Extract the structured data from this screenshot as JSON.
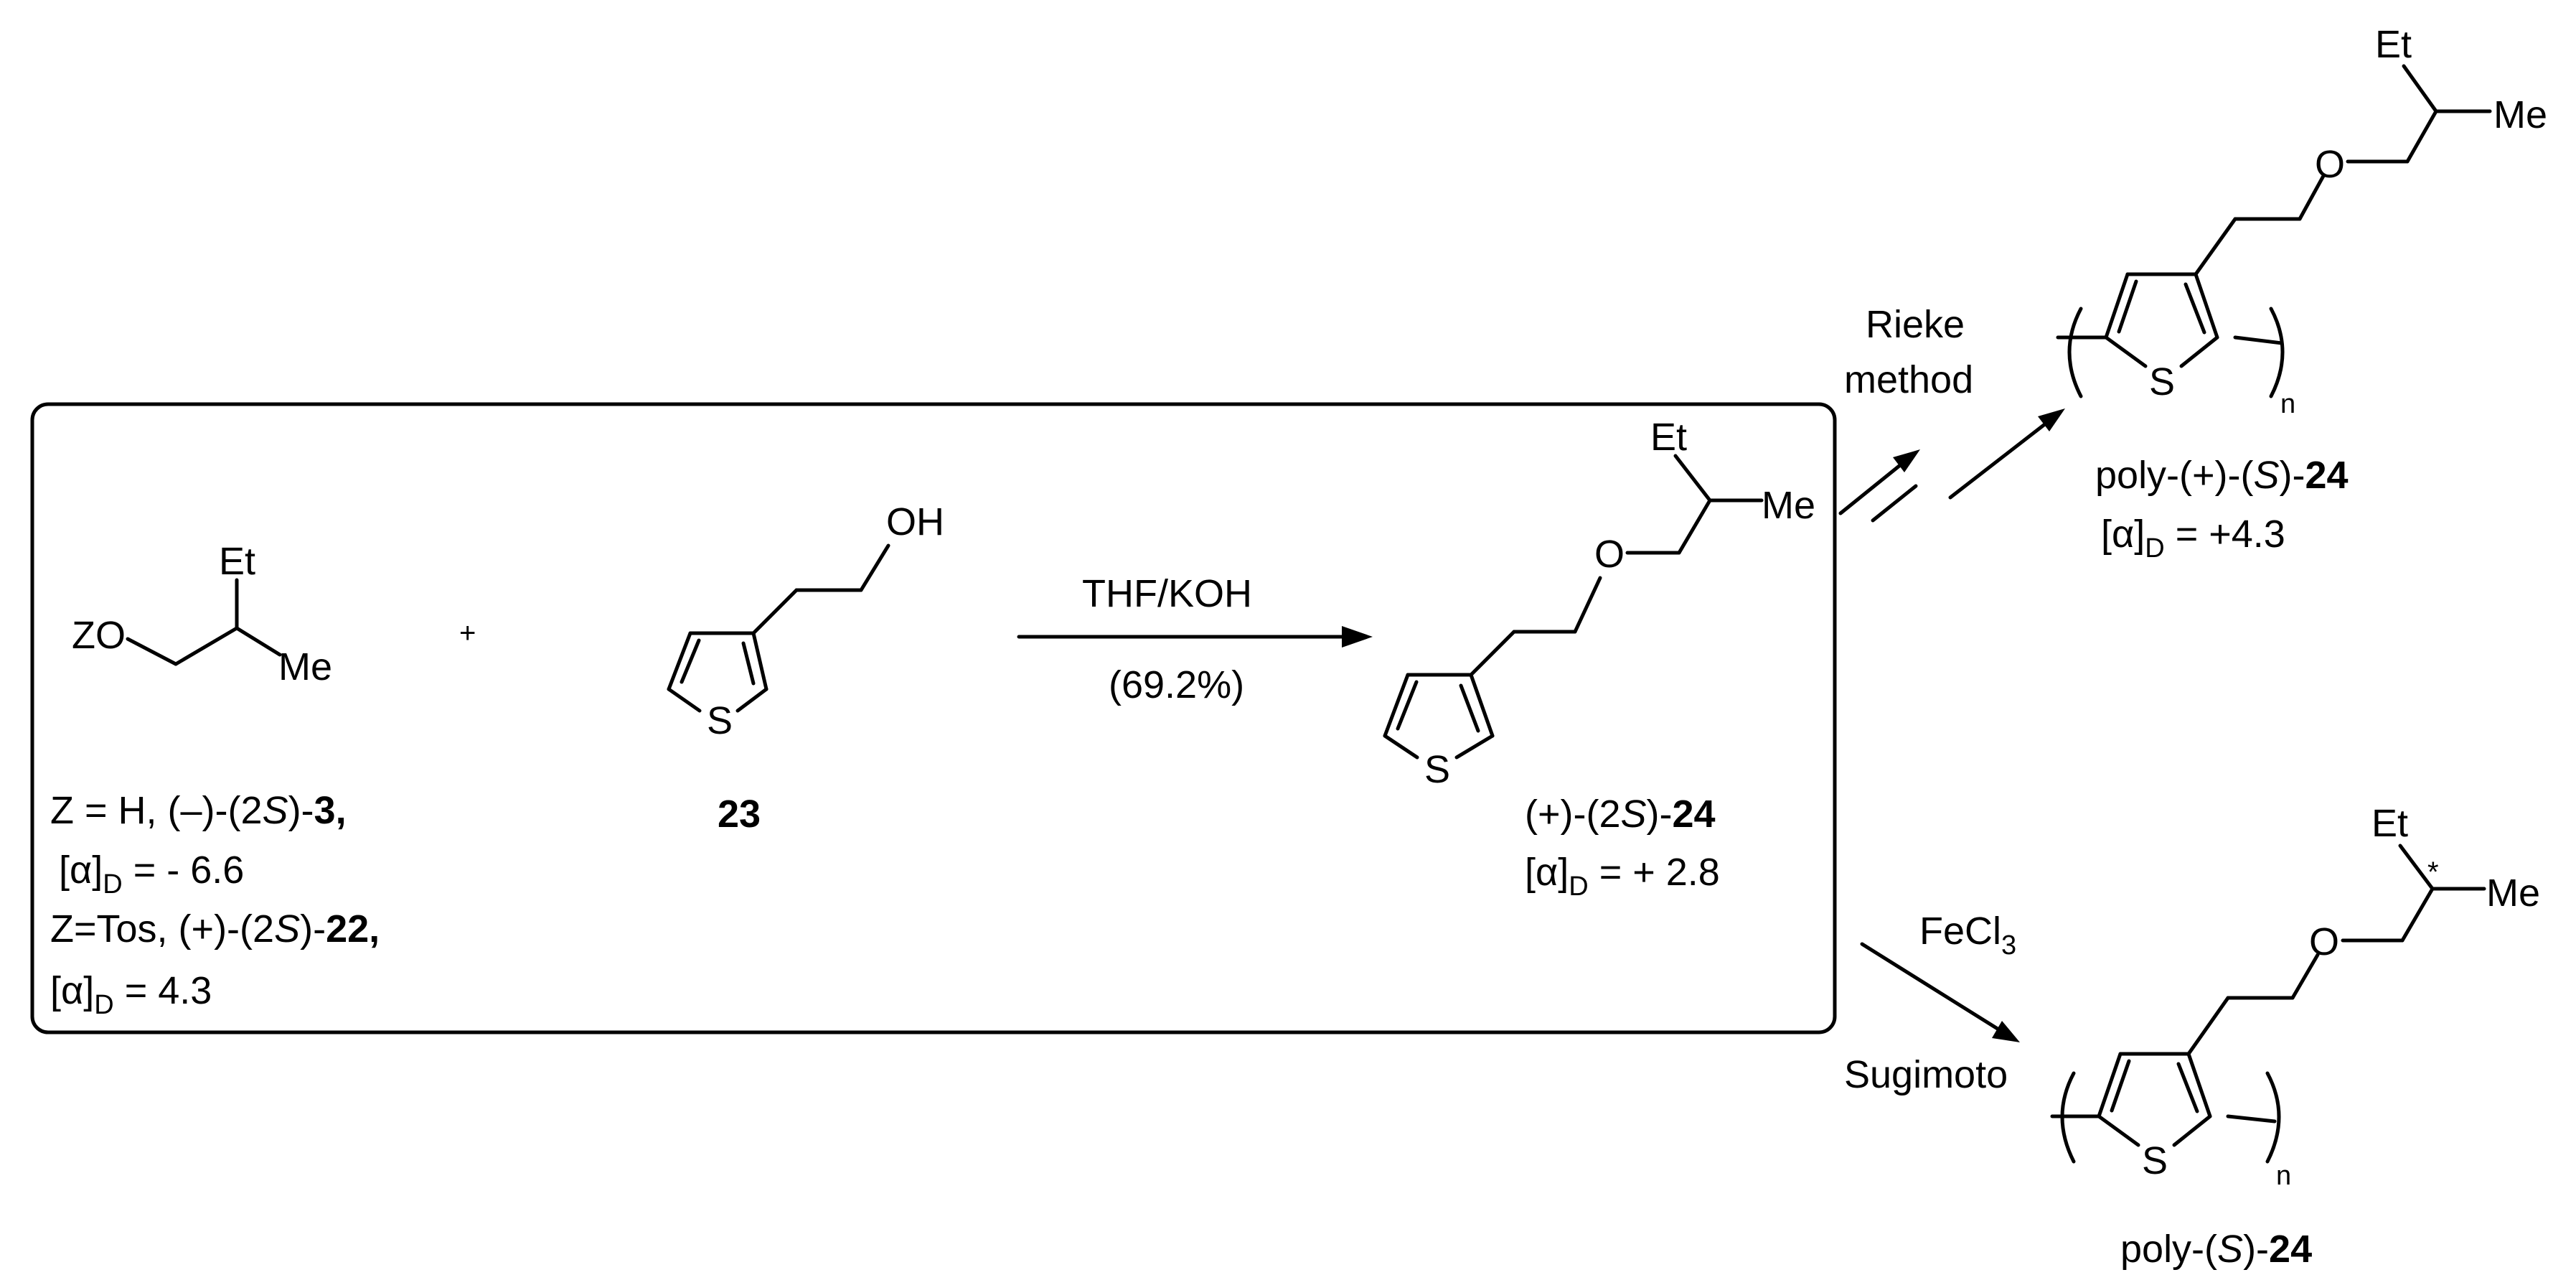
{
  "reactant_alcohol": {
    "atoms": {
      "o_label": "ZO",
      "et": "Et",
      "me": "Me"
    },
    "caption_line1": {
      "pre": "Z = H, (–)-(2",
      "s": "S",
      "mid": ")-",
      "num": "3,",
      "post": ""
    },
    "caption_line2": {
      "alpha": "[α]",
      "sub": "D",
      "value": " = - 6.6"
    },
    "caption_line3": {
      "pre": "Z=Tos, (+)-(2",
      "s": "S",
      "mid": ")-",
      "num": "22,",
      "post": ""
    },
    "caption_line4": {
      "alpha": "[α]",
      "sub": "D",
      "value": " =  4.3"
    }
  },
  "plus_sign": "+",
  "thiophene_ethanol": {
    "atoms": {
      "oh": "OH",
      "s": "S"
    },
    "compound_number": "23"
  },
  "reaction_arrow": {
    "reagent": "THF/KOH",
    "yield": "(69.2%)"
  },
  "product_ether": {
    "atoms": {
      "et": "Et",
      "me": "Me",
      "o": "O",
      "s": "S"
    },
    "name": {
      "pre": "(+)-(2",
      "s": "S",
      "mid": ")-",
      "num": "24"
    },
    "rotation": {
      "alpha": "[α]",
      "sub": "D",
      "value": " = + 2.8"
    }
  },
  "rieke_route": {
    "method_line1": "Rieke",
    "method_line2": "method",
    "atoms": {
      "et": "Et",
      "me": "Me",
      "o": "O",
      "s": "S",
      "n": "n"
    },
    "name": {
      "pre": "poly-(+)-(",
      "s": "S",
      "mid": ")-",
      "num": "24"
    },
    "rotation": {
      "alpha": "[α]",
      "sub": "D",
      "value": " =  +4.3"
    }
  },
  "sugimoto_route": {
    "reagent": "FeCl",
    "reagent_sub": "3",
    "method": "Sugimoto",
    "atoms": {
      "et": "Et",
      "me": "Me",
      "o": "O",
      "s": "S",
      "n": "n",
      "star": "*"
    },
    "name": {
      "pre": "poly-(",
      "s": "S",
      "mid": ")-",
      "num": "24"
    }
  }
}
